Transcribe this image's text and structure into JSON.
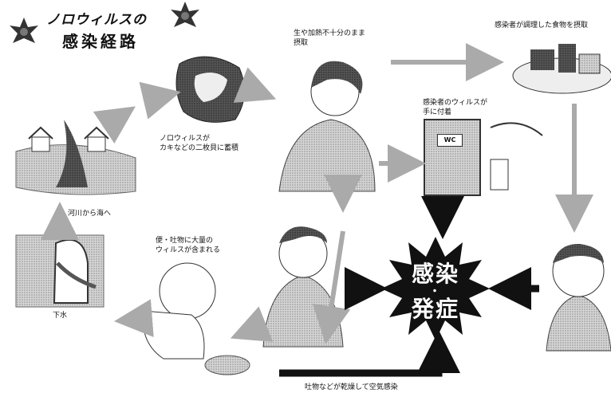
{
  "title": {
    "line1": "ノロウィルスの",
    "line2": "感染経路"
  },
  "center": {
    "line1": "感染",
    "dot": "・",
    "line2": "発症"
  },
  "labels": {
    "raw_food": "生や加熱不十分のまま\n摂取",
    "cook": "感染者が調理した食物を摂取",
    "oyster": "ノロウィルスが\nカキなどの二枚貝に蓄積",
    "hand": "感染者のウィルスが\n手に付着",
    "river": "河川から海へ",
    "feces": "便・吐物に大量の\nウィルスが含まれる",
    "sewer": "下水",
    "airborne": "吐物などが乾燥して空気感染",
    "wc": "WC"
  }
}
